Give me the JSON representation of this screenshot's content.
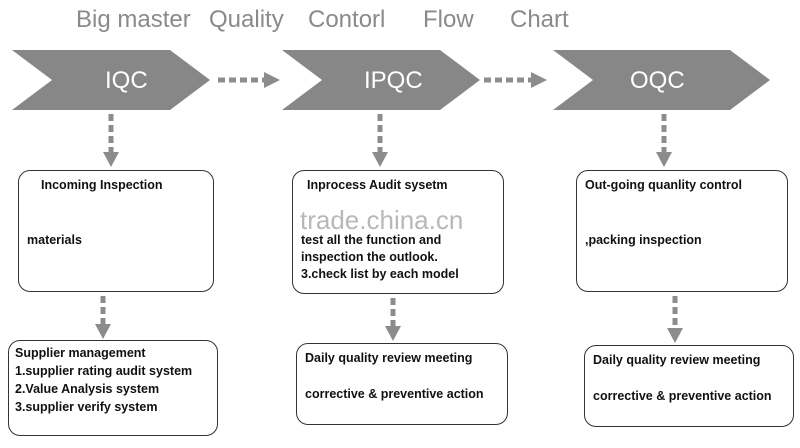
{
  "title": {
    "w1": "Big master",
    "w2": "Quality",
    "w3": "Contorl",
    "w4": "Flow",
    "w5": "Chart"
  },
  "stages": {
    "iqc": "IQC",
    "ipqc": "IPQC",
    "oqc": "OQC"
  },
  "boxes": {
    "iqc": {
      "title": "Incoming Inspection",
      "line2": "materials"
    },
    "ipqc": {
      "title": "Inprocess Audit sysetm",
      "line2": "test all the function and",
      "line3": "inspection the outlook.",
      "line4": "3.check list by each model"
    },
    "oqc": {
      "title": "Out-going quanlity control",
      "line2": ",packing inspection"
    },
    "supplier": {
      "title": "Supplier management",
      "line1": "1.supplier rating audit system",
      "line2": "2.Value Analysis system",
      "line3": "3.supplier verify system"
    },
    "review_mid": {
      "line1": "Daily quality review meeting",
      "line2": "corrective & preventive action"
    },
    "review_right": {
      "line1": "Daily quality review meeting",
      "line2": "corrective & preventive action"
    }
  },
  "watermark": "trade.china.cn",
  "colors": {
    "chevron": "#878787",
    "arrow": "#8c8c8c",
    "title": "#8a8a8a",
    "border": "#333333"
  }
}
